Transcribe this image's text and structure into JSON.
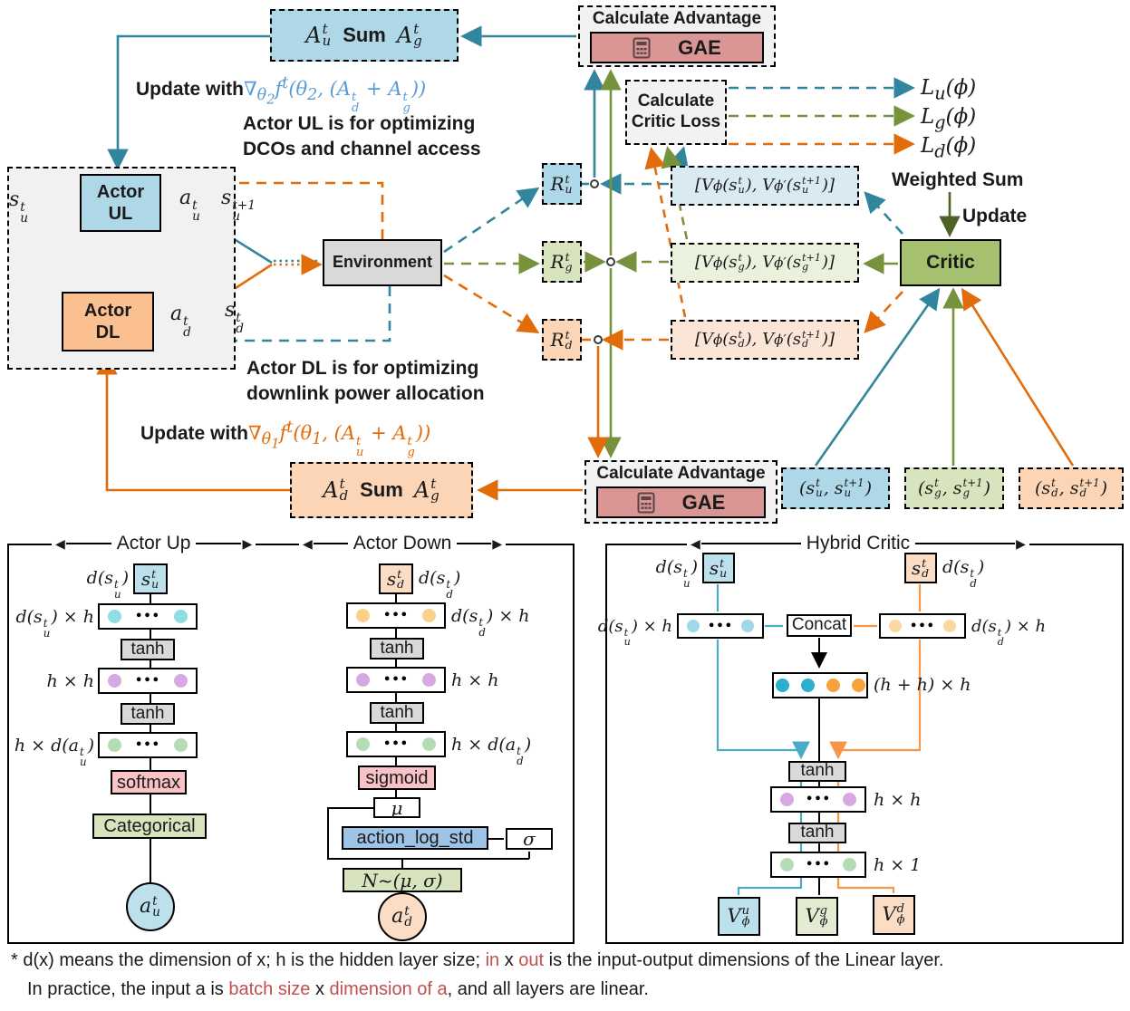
{
  "palette": {
    "teal": "#31859C",
    "olive": "#76923C",
    "orange": "#E36C0A",
    "dark_olive": "#4F6228",
    "formula_blue": "#5B9BD5",
    "footnote_red": "#C0504D",
    "blue_fill": "#AED7E8",
    "blue_light_fill": "#D9EAF3",
    "green_fill": "#D7E4BD",
    "green_light_fill": "#EAF1DD",
    "orange_fill": "#FBD5B5",
    "orange_light_fill": "#FBE5D6",
    "critic_green": "#A5C16F",
    "gae_pink": "#D99694",
    "gray_box": "#D9D9D9",
    "panel_gray": "#F2F2F2"
  },
  "top": {
    "sum_ul_html": "A<span class='ts'><sup>t</sup><sub>u</sub></span><span class='sumw'>Sum</span>A<span class='ts'><sup>t</sup><sub>g</sub></span>",
    "sum_dl_html": "A<span class='ts'><sup>t</sup><sub>d</sub></span><span class='sumw'>Sum</span>A<span class='ts'><sup>t</sup><sub>g</sub></span>",
    "gae_title": "Calculate Advantage",
    "gae_label": "GAE",
    "update_prefix": "Update with ",
    "update_ul_formula_html": "∇<sub>θ<sub>2</sub></sub>f<sup>t</sup>(θ<sub>2</sub>, (A<span class='ts'><sup>t</sup><sub>d</sub></span> + A<span class='ts'><sup>t</sup><sub>g</sub></span>))",
    "update_dl_formula_html": "∇<sub>θ<sub>1</sub></sub>f<sup>t</sup>(θ<sub>1</sub>, (A<span class='ts'><sup>t</sup><sub>u</sub></span> + A<span class='ts'><sup>t</sup><sub>g</sub></span>))",
    "note_ul_1": "Actor UL is for optimizing",
    "note_ul_2": "DCOs and channel access",
    "note_dl_1": "Actor DL is for optimizing",
    "note_dl_2": "downlink power allocation",
    "actor_ul": "Actor UL",
    "actor_dl": "Actor DL",
    "environment": "Environment",
    "critic": "Critic",
    "critic_loss_1": "Calculate",
    "critic_loss_2": "Critic Loss",
    "weighted_sum": "Weighted Sum",
    "update": "Update",
    "s_u_html": "s<span class='ts'><sup>t</sup><sub>u</sub></span>",
    "a_u_html": "a<span class='ts'><sup>t</sup><sub>u</sub></span>",
    "s_u_next_html": "s<span class='ts'><sup>t+1</sup><sub>u</sub></span>",
    "s_d_html": "s<span class='ts'><sup>t</sup><sub>d</sub></span>",
    "a_d_html": "a<span class='ts'><sup>t</sup><sub>d</sub></span>",
    "r_u_html": "R<span class='ts'><sup>t</sup><sub>u</sub></span>",
    "r_g_html": "R<span class='ts'><sup>t</sup><sub>g</sub></span>",
    "r_d_html": "R<span class='ts'><sup>t</sup><sub>d</sub></span>",
    "v_u_html": "[V<sub>ϕ</sub>(s<span class='ts'><sup>t</sup><sub>u</sub></span>), V<sub>ϕ′</sub>(s<span class='ts'><sup>t+1</sup><sub>u</sub></span>)]",
    "v_g_html": "[V<sub>ϕ</sub>(s<span class='ts'><sup>t</sup><sub>g</sub></span>), V<sub>ϕ′</sub>(s<span class='ts'><sup>t+1</sup><sub>g</sub></span>)]",
    "v_d_html": "[V<sub>ϕ</sub>(s<span class='ts'><sup>t</sup><sub>d</sub></span>), V<sub>ϕ′</sub>(s<span class='ts'><sup>t+1</sup><sub>d</sub></span>)]",
    "l_u_html": "L<sub>u</sub>(ϕ)",
    "l_g_html": "L<sub>g</sub>(ϕ)",
    "l_d_html": "L<sub>d</sub>(ϕ)",
    "tuple_u_html": "(s<span class='ts'><sup>t</sup><sub>u</sub></span>, s<span class='ts'><sup>t+1</sup><sub>u</sub></span>)",
    "tuple_g_html": "(s<span class='ts'><sup>t</sup><sub>g</sub></span>, s<span class='ts'><sup>t+1</sup><sub>g</sub></span>)",
    "tuple_d_html": "(s<span class='ts'><sup>t</sup><sub>d</sub></span>, s<span class='ts'><sup>t+1</sup><sub>d</sub></span>)"
  },
  "nets": {
    "header_up": "Actor Up",
    "header_down": "Actor Down",
    "header_critic": "Hybrid Critic",
    "tanh": "tanh",
    "softmax": "softmax",
    "sigmoid": "sigmoid",
    "categorical": "Categorical",
    "concat": "Concat",
    "als": "action_log_std",
    "mu": "μ",
    "sigma": "σ",
    "normal_html": "N~(μ, σ)",
    "in_u_html": "s<span class='ts'><sup>t</sup><sub>u</sub></span>",
    "in_d_html": "s<span class='ts'><sup>t</sup><sub>d</sub></span>",
    "dim_s_u_html": "d(s<span class='ts'><sup>t</sup><sub>u</sub></span>)",
    "dim_s_d_html": "d(s<span class='ts'><sup>t</sup><sub>d</sub></span>)",
    "l1_u_html": "d(s<span class='ts'><sup>t</sup><sub>u</sub></span>) × h",
    "l1_d_html": "d(s<span class='ts'><sup>t</sup><sub>d</sub></span>) × h",
    "hh_html": "h × h",
    "h1_html": "h × 1",
    "l3_u_html": "h × d(a<span class='ts'><sup>t</sup><sub>u</sub></span>)",
    "l3_d_html": "h × d(a<span class='ts'><sup>t</sup><sub>d</sub></span>)",
    "merge_html": "(h + h) × h",
    "out_u_html": "a<span class='ts'><sup>t</sup><sub>u</sub></span>",
    "out_d_html": "a<span class='ts'><sup>t</sup><sub>d</sub></span>",
    "vout_u_html": "V<span class='ts'><sup>u</sup><sub>ϕ</sub></span>",
    "vout_g_html": "V<span class='ts'><sup>g</sup><sub>ϕ</sub></span>",
    "vout_d_html": "V<span class='ts'><sup>d</sup><sub>ϕ</sub></span>"
  },
  "footnote": {
    "line1_html": "* d(x) means the dimension of x; h is the hidden layer size; <span class='red'>in</span> x <span class='red'>out</span> is the input-output dimensions of the Linear layer.",
    "line2_html": "In practice, the input a is <span class='red'>batch size</span> x <span class='red'>dimension of a</span>, and all layers are linear."
  }
}
